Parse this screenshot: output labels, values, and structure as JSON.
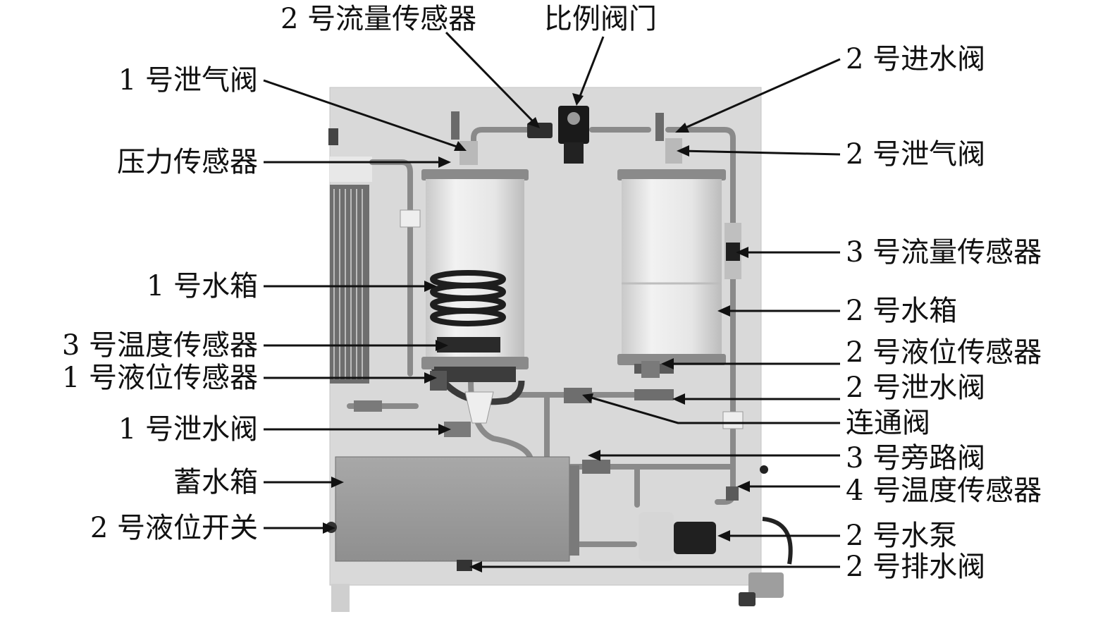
{
  "labels": {
    "flow_sensor_2": "2 号流量传感器",
    "proportional_valve": "比例阀门",
    "vent_valve_1": "1 号泄气阀",
    "pressure_sensor": "压力传感器",
    "tank_1": "1 号水箱",
    "temp_sensor_3": "3 号温度传感器",
    "level_sensor_1": "1 号液位传感器",
    "drain_valve_1": "1 号泄水阀",
    "reservoir": "蓄水箱",
    "level_switch_2": "2 号液位开关",
    "inlet_valve_2": "2 号进水阀",
    "vent_valve_2": "2 号泄气阀",
    "flow_sensor_3": "3 号流量传感器",
    "tank_2": "2 号水箱",
    "level_sensor_2": "2 号液位传感器",
    "drain_valve_2": "2 号泄水阀",
    "connecting_valve": "连通阀",
    "bypass_valve_3": "3 号旁路阀",
    "temp_sensor_4": "4 号温度传感器",
    "pump_2": "2 号水泵",
    "discharge_valve_2": "2 号排水阀"
  },
  "colors": {
    "panel": "#d9d9d9",
    "panel_edge": "#bdbdbd",
    "pipe": "#8a8a8a",
    "dark": "#2a2a2a",
    "arrow": "#111111"
  }
}
